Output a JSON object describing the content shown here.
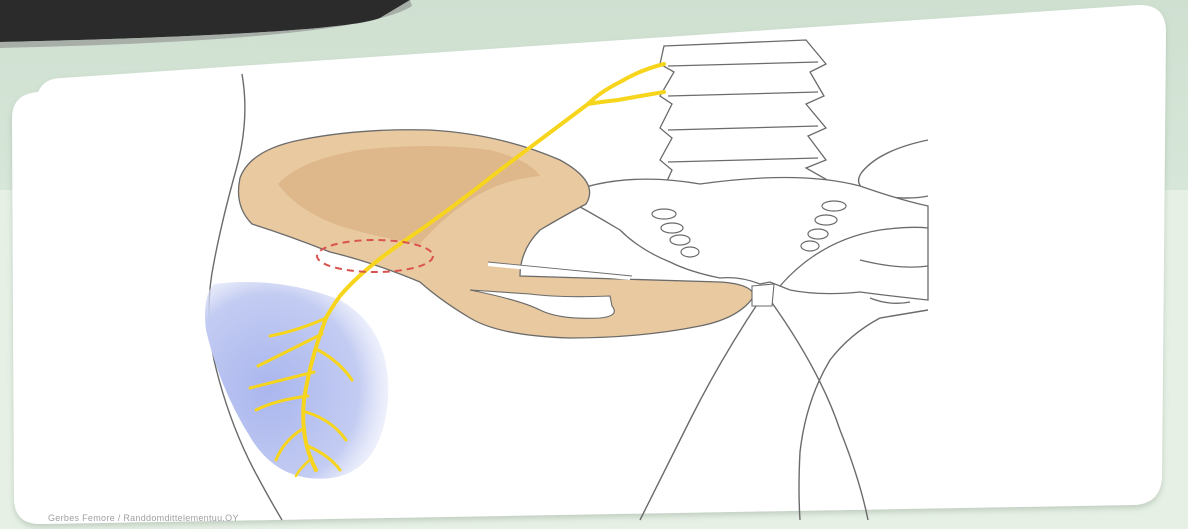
{
  "slide": {
    "credit_text": "Gerbes Femore / Randdomdittelementuu.OY"
  },
  "colors": {
    "background": "#dbe8dc",
    "card": "#ffffff",
    "bone": "#e9c9a0",
    "bone_dark": "#d9b080",
    "nerve": "#f7d51c",
    "sensory_area": "#b8c4ee",
    "outline": "#6b6b6b",
    "marker": "#d9534f"
  },
  "icons": {
    "nerve": "nerve-path",
    "sensory_area": "sensory-patch",
    "compression_marker": "dashed-circle"
  }
}
